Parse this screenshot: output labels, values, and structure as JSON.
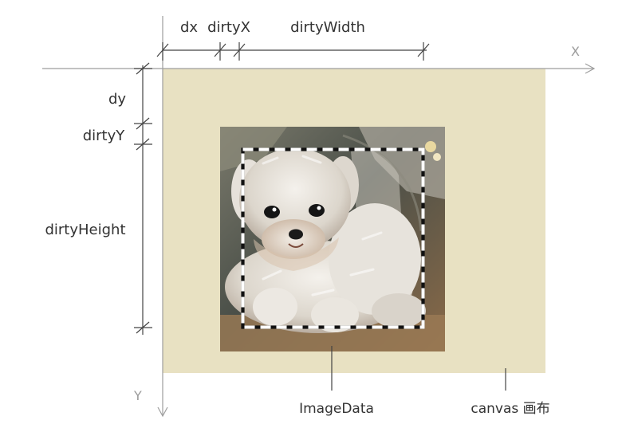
{
  "axes": {
    "x_label": "X",
    "y_label": "Y"
  },
  "dimensions": {
    "dx": "dx",
    "dirty_x": "dirtyX",
    "dirty_width": "dirtyWidth",
    "dy": "dy",
    "dirty_y": "dirtyY",
    "dirty_height": "dirtyHeight"
  },
  "captions": {
    "image_data": "ImageData",
    "canvas": "canvas 画布"
  },
  "colors": {
    "canvas_fill": "#e8e1c2",
    "axis": "#9e9e9e",
    "dimension_lines": "#444444",
    "dirty_border": "#ffffff"
  },
  "image": {
    "subject": "painted white puppy illustration"
  }
}
